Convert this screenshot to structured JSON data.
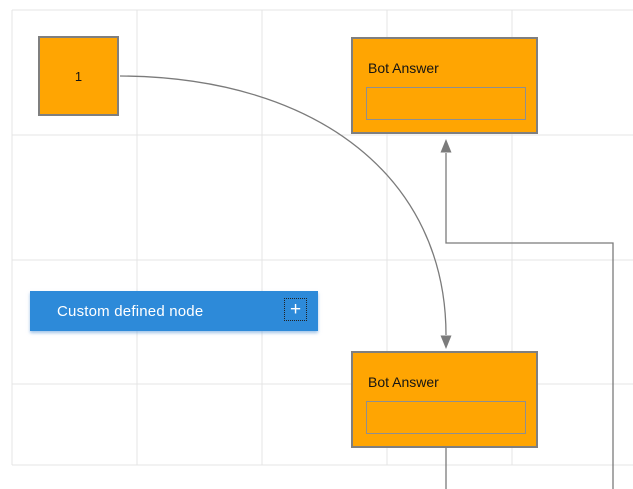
{
  "colors": {
    "canvas-bg": "#ffffff",
    "grid-line": "#e4e4e4",
    "node-fill": "#ffa502",
    "node-border": "#7f7f7f",
    "inner-box-border": "#8f8f8f",
    "node-text": "#141414",
    "connector": "#7b7b7b",
    "custom-node-fill": "#2d8ad9",
    "custom-node-text": "#ffffff",
    "add-icon-border": "#222222"
  },
  "nodes": {
    "start": {
      "label": "1"
    },
    "bot_answer_top": {
      "title": "Bot Answer"
    },
    "bot_answer_bottom": {
      "title": "Bot Answer"
    },
    "custom_defined": {
      "label": "Custom defined node",
      "add_icon": "+"
    }
  }
}
